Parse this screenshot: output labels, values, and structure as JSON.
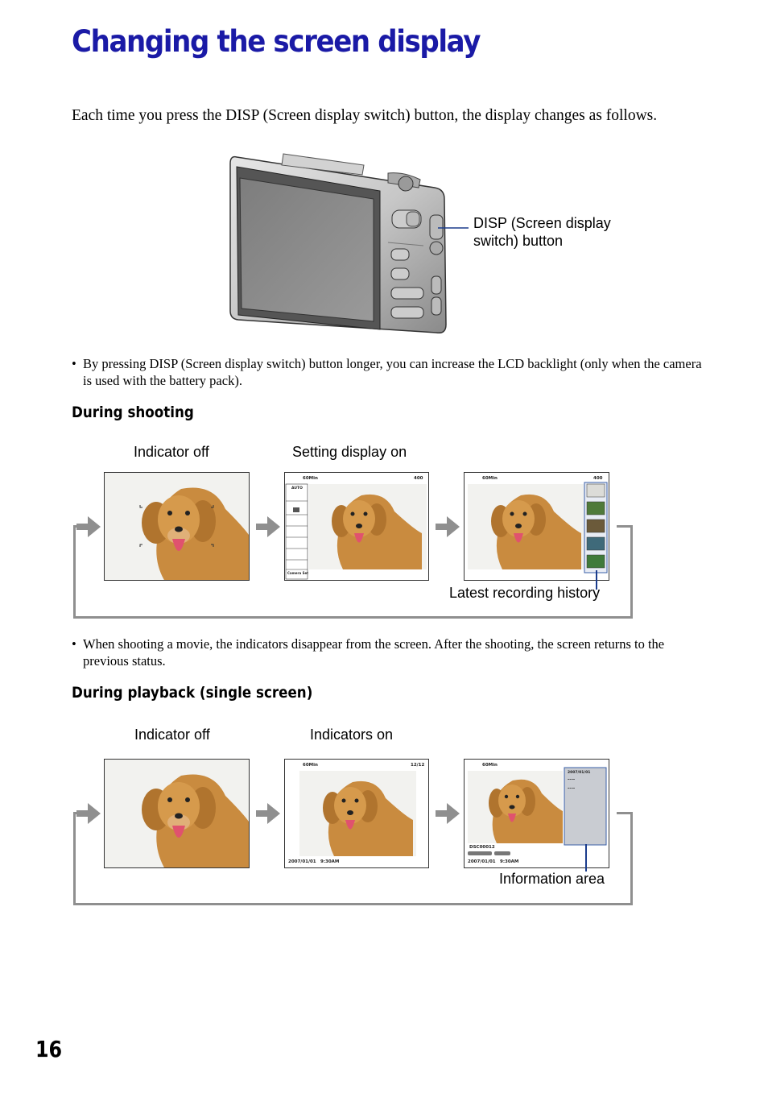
{
  "page": {
    "title": "Changing the screen display",
    "intro": "Each time you press the DISP (Screen display switch) button, the display changes as follows.",
    "page_number": "16"
  },
  "camera": {
    "callout": "DISP (Screen display switch) button"
  },
  "notes": [
    "By pressing DISP (Screen display switch) button longer, you can increase the LCD backlight (only when the camera is used with the battery pack).",
    "When shooting a movie, the indicators disappear from the screen. After the shooting, the screen returns to the previous status."
  ],
  "shooting": {
    "heading": "During shooting",
    "label_indicator_off": "Indicator off",
    "label_setting_on": "Setting display on",
    "label_history": "Latest recording history",
    "osd_battery": "60Min",
    "osd_count": "400",
    "osd_mode": "AUTO",
    "osd_bottom": "Camera Set"
  },
  "playback": {
    "heading": "During playback (single screen)",
    "label_indicator_off": "Indicator off",
    "label_indicators_on": "Indicators on",
    "label_info": "Information area",
    "osd_battery": "60Min",
    "osd_index": "12/12",
    "osd_date": "2007/01/01",
    "osd_time": "9:30AM",
    "osd_file": "DSC00012",
    "osd_info_date": "2007/01/01",
    "osd_info_dashes": "----"
  },
  "colors": {
    "title": "#1a1aa6",
    "loop": "#8f8f8f",
    "callout_line": "#1a3c8c"
  }
}
